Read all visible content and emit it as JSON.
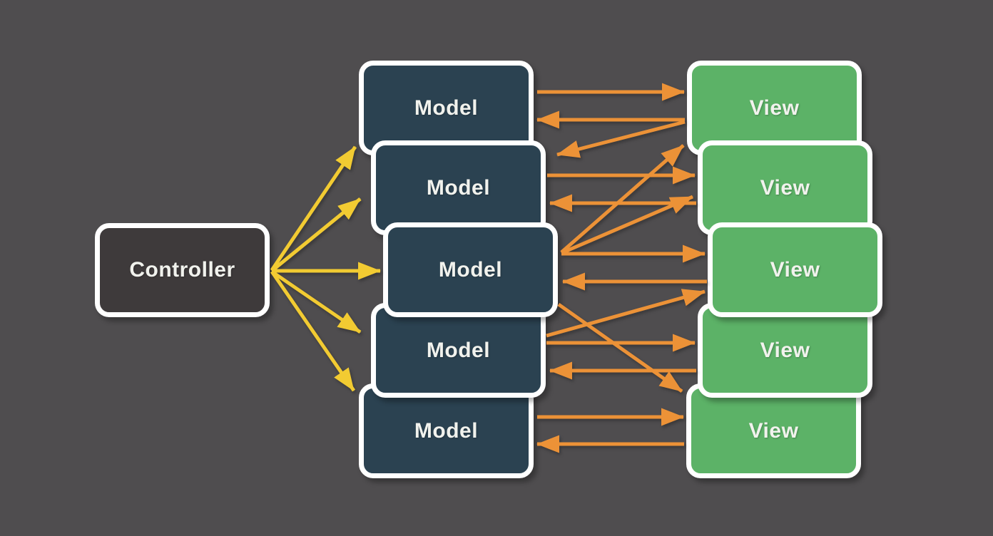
{
  "colors": {
    "background": "#4F4D4F",
    "controller_fill": "#3E3A3B",
    "model_fill": "#2B4251",
    "view_fill": "#5CB267",
    "border": "#FFFFFF",
    "label_text": "#F1F2ED",
    "controller_arrow": "#F2CB32",
    "model_view_arrow": "#EC9237"
  },
  "controller": {
    "label": "Controller"
  },
  "models": [
    {
      "label": "Model"
    },
    {
      "label": "Model"
    },
    {
      "label": "Model"
    },
    {
      "label": "Model"
    },
    {
      "label": "Model"
    }
  ],
  "views": [
    {
      "label": "View"
    },
    {
      "label": "View"
    },
    {
      "label": "View"
    },
    {
      "label": "View"
    },
    {
      "label": "View"
    }
  ],
  "connections": {
    "controller_to_models": [
      "model-1",
      "model-2",
      "model-3",
      "model-4",
      "model-5"
    ],
    "model_view": [
      {
        "from": "model-1",
        "to": "view-1"
      },
      {
        "from": "view-1",
        "to": "model-1"
      },
      {
        "from": "view-1",
        "to": "model-2"
      },
      {
        "from": "model-2",
        "to": "view-2"
      },
      {
        "from": "view-2",
        "to": "model-2"
      },
      {
        "from": "model-3",
        "to": "view-1"
      },
      {
        "from": "model-3",
        "to": "view-2"
      },
      {
        "from": "model-3",
        "to": "view-3"
      },
      {
        "from": "view-3",
        "to": "model-3"
      },
      {
        "from": "model-3",
        "to": "view-5"
      },
      {
        "from": "model-4",
        "to": "view-3"
      },
      {
        "from": "model-4",
        "to": "view-4"
      },
      {
        "from": "view-4",
        "to": "model-4"
      },
      {
        "from": "model-5",
        "to": "view-5"
      },
      {
        "from": "view-5",
        "to": "model-5"
      }
    ]
  }
}
